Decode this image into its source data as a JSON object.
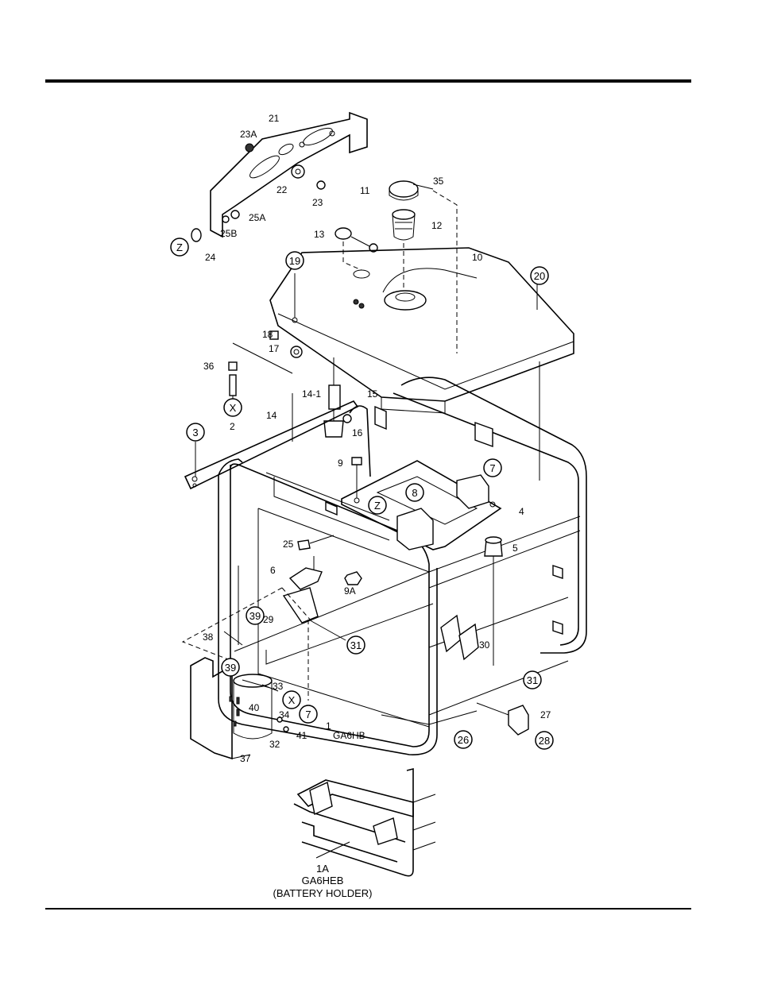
{
  "callouts": {
    "c1": "1",
    "c1A": "1A",
    "c2": "2",
    "c3": "3",
    "c4": "4",
    "c5": "5",
    "c6": "6",
    "c7a": "7",
    "c7b": "7",
    "c8": "8",
    "c9": "9",
    "c9A": "9A",
    "c10": "10",
    "c11": "11",
    "c12": "12",
    "c13": "13",
    "c14": "14",
    "c14_1": "14-1",
    "c15": "15",
    "c16": "16",
    "c17": "17",
    "c18": "18",
    "c19": "19",
    "c20": "20",
    "c21": "21",
    "c22": "22",
    "c23": "23",
    "c23A": "23A",
    "c24": "24",
    "c25": "25",
    "c25A": "25A",
    "c25B": "25B",
    "c26": "26",
    "c27": "27",
    "c28": "28",
    "c29": "29",
    "c30": "30",
    "c31a": "31",
    "c31b": "31",
    "c32": "32",
    "c33": "33",
    "c34": "34",
    "c35": "35",
    "c36": "36",
    "c37": "37",
    "c38": "38",
    "c39a": "39",
    "c39b": "39",
    "c40": "40",
    "c41": "41",
    "cZa": "Z",
    "cZb": "Z",
    "cXa": "X",
    "cXb": "X"
  },
  "labels": {
    "model_main": "GA6HB",
    "model_battery": "GA6HEB",
    "battery_holder": "(BATTERY HOLDER)"
  }
}
